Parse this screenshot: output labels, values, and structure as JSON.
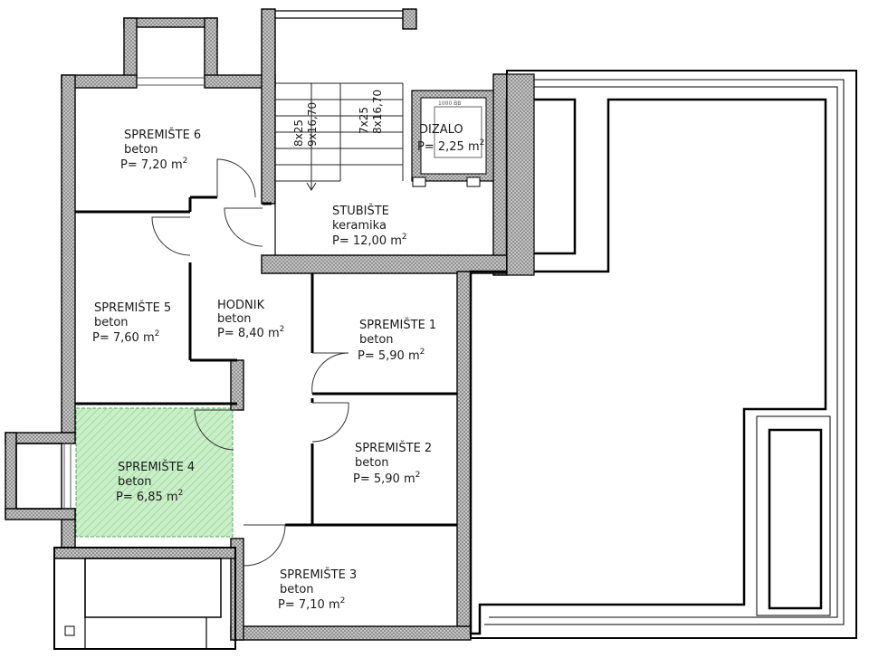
{
  "rooms": [
    {
      "name": "SPREMIŠTE 6",
      "material": "beton",
      "area_prefix": "P=",
      "area": "7,20",
      "unit": "m",
      "exp": "2"
    },
    {
      "name": "SPREMIŠTE 5",
      "material": "beton",
      "area_prefix": "P=",
      "area": "7,60",
      "unit": "m",
      "exp": "2"
    },
    {
      "name": "HODNIK",
      "material": "beton",
      "area_prefix": "P=",
      "area": "8,40",
      "unit": "m",
      "exp": "2"
    },
    {
      "name": "SPREMIŠTE 1",
      "material": "beton",
      "area_prefix": "P=",
      "area": "5,90",
      "unit": "m",
      "exp": "2"
    },
    {
      "name": "SPREMIŠTE 2",
      "material": "beton",
      "area_prefix": "P=",
      "area": "5,90",
      "unit": "m",
      "exp": "2"
    },
    {
      "name": "SPREMIŠTE 3",
      "material": "beton",
      "area_prefix": "P=",
      "area": "7,10",
      "unit": "m",
      "exp": "2"
    },
    {
      "name": "SPREMIŠTE 4",
      "material": "beton",
      "area_prefix": "P=",
      "area": "6,85",
      "unit": "m",
      "exp": "2",
      "highlight": true
    },
    {
      "name": "STUBIŠTE",
      "material": "keramika",
      "area_prefix": "P=",
      "area": "12,00",
      "unit": "m",
      "exp": "2"
    },
    {
      "name": "DIZALO",
      "material": "",
      "area_prefix": "P=",
      "area": "2,25",
      "unit": "m",
      "exp": "2"
    }
  ],
  "stairs": [
    {
      "line1": "8x25",
      "line2": "9x16,70"
    },
    {
      "line1": "7x25",
      "line2": "8x16,70"
    }
  ],
  "elevator_tag": "1000 BB",
  "colors": {
    "wall_fill": "#b8b8b8",
    "wall_line": "#000000",
    "highlight_fill": "#c9efc9",
    "highlight_hatch": "#8ac98a",
    "glass": "#8a8a8a"
  }
}
